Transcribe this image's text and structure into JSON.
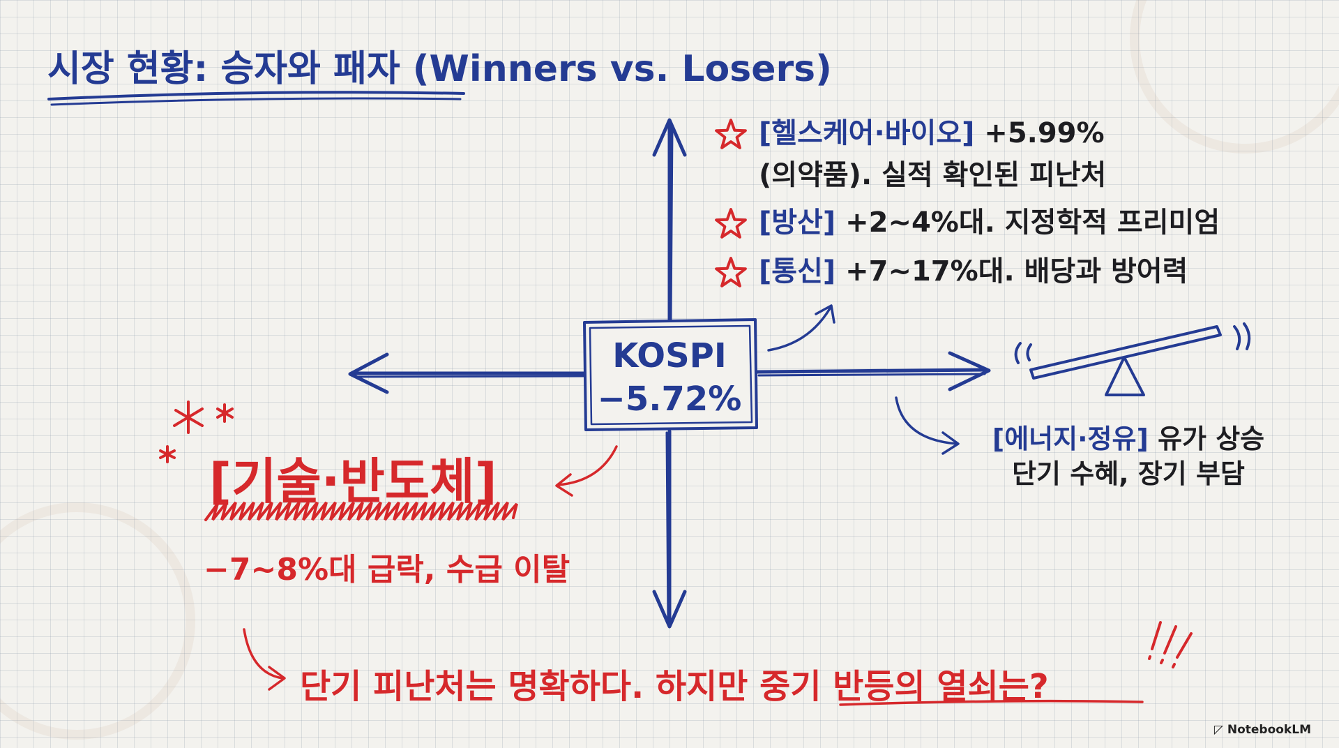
{
  "title": "시장 현황: 승자와 패자 (Winners vs. Losers)",
  "center": {
    "name": "KOSPI",
    "change": "−5.72%"
  },
  "winners": [
    {
      "sector": "[헬스케어·바이오]",
      "detail_1": "+5.99%",
      "detail_2": "(의약품). 실적 확인된 피난처"
    },
    {
      "sector": "[방산]",
      "detail_1": "+2~4%대. 지정학적 프리미엄"
    },
    {
      "sector": "[통신]",
      "detail_1": "+7~17%대. 배당과 방어력"
    }
  ],
  "loser": {
    "sector": "[기술·반도체]",
    "detail": "−7~8%대 급락, 수급 이탈"
  },
  "energy": {
    "sector": "[에너지·정유]",
    "line_1": "유가 상승",
    "line_2": "단기 수혜, 장기 부담"
  },
  "conclusion": {
    "lead": "단기 피난처는 명확하다. 하지만 ",
    "emphasis": "중기 반등의 열쇠는?"
  },
  "watermark": "NotebookLM",
  "icons": [
    "star-icon",
    "seesaw-icon",
    "notebooklm-logo-icon"
  ],
  "colors": {
    "blue": "#243b93",
    "red": "#d6282b",
    "ink": "#1d1d21",
    "paper": "#f3f2ee"
  }
}
